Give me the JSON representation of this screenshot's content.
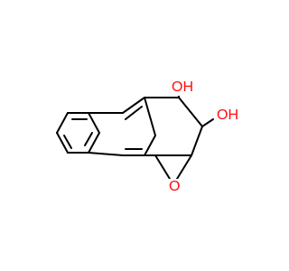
{
  "molecule": {
    "labels": {
      "oh_top": "OH",
      "oh_right": "OH",
      "epoxide_o": "O"
    },
    "colors": {
      "bond": "#000000",
      "heteroatom": "#ff0d0d"
    }
  }
}
